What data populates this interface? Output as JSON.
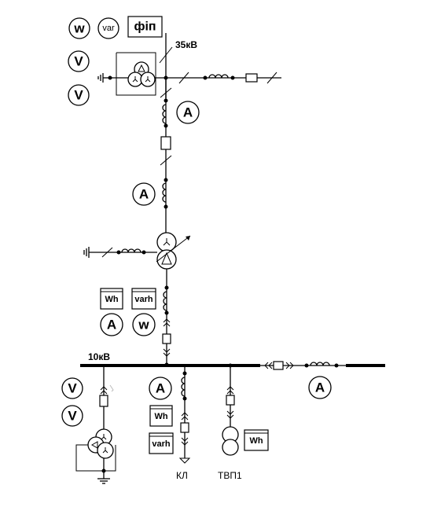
{
  "labels": {
    "voltage_35": "35кВ",
    "voltage_10": "10кВ",
    "cable_line": "КЛ",
    "aux_transformer": "ТВП1"
  },
  "meters": {
    "wattmeter": "w",
    "varmeter": "var",
    "phase_meter": "фіп",
    "voltmeter": "V",
    "ammeter": "A",
    "active_energy": "Wh",
    "reactive_energy": "varh"
  }
}
